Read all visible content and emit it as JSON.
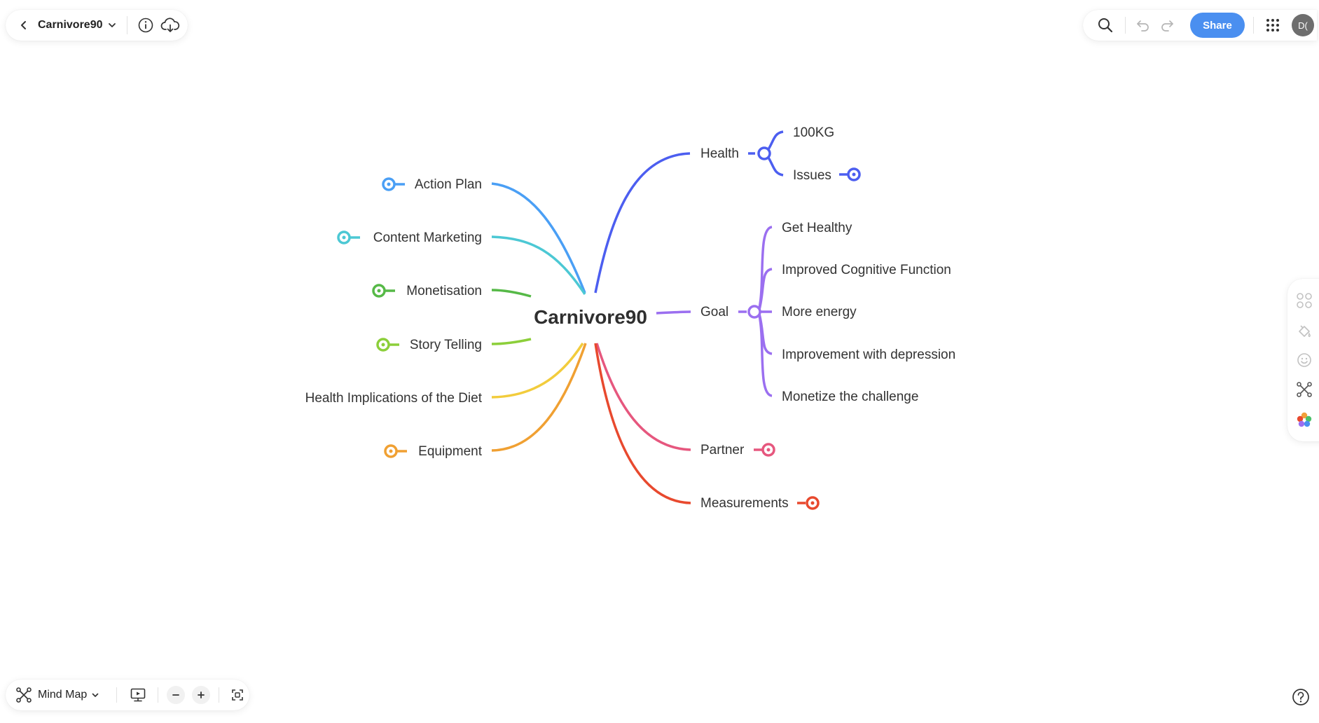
{
  "header": {
    "title": "Carnivore90",
    "share_label": "Share",
    "avatar_initials": "D("
  },
  "bottom_bar": {
    "mode_label": "Mind Map"
  },
  "mindmap": {
    "root": "Carnivore90",
    "left_branches": [
      {
        "label": "Action Plan",
        "color": "#4a9ff5",
        "collapsed": true
      },
      {
        "label": "Content Marketing",
        "color": "#4cc8d4",
        "collapsed": true
      },
      {
        "label": "Monetisation",
        "color": "#56b947",
        "collapsed": true
      },
      {
        "label": "Story Telling",
        "color": "#8ccf3a",
        "collapsed": true
      },
      {
        "label": "Health Implications of the Diet",
        "color": "#f2cc3c",
        "collapsed": false
      },
      {
        "label": "Equipment",
        "color": "#f0a032",
        "collapsed": true
      }
    ],
    "right_branches": [
      {
        "label": "Health",
        "color": "#4c5ef0",
        "children": [
          "100KG",
          "Issues"
        ]
      },
      {
        "label": "Goal",
        "color": "#9b6ff0",
        "children": [
          "Get Healthy",
          "Improved Cognitive Function",
          "More energy",
          "Improvement with depression",
          "Monetize the challenge"
        ]
      },
      {
        "label": "Partner",
        "color": "#e6577e",
        "collapsed": true
      },
      {
        "label": "Measurements",
        "color": "#e8492e",
        "collapsed": true
      }
    ]
  },
  "colors": {
    "accent": "#4a8ff0",
    "toolbar_icon": "#555555"
  }
}
